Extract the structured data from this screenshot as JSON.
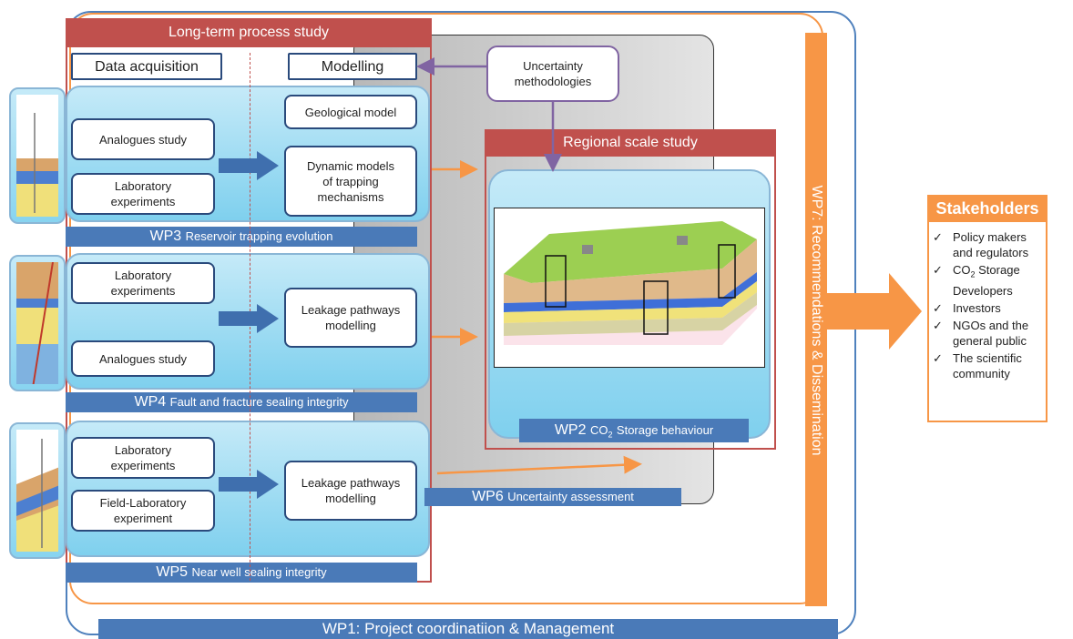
{
  "long_term_title": "Long-term process study",
  "data_acquisition": "Data acquisition",
  "modelling": "Modelling",
  "uncertainty_methodologies": "Uncertainty\nmethodologies",
  "regional_title": "Regional scale study",
  "wp3": {
    "analogues": "Analogues study",
    "lab": "Laboratory\nexperiments",
    "geological_model": "Geological model",
    "dynamic": "Dynamic models\nof trapping\nmechanisms",
    "code": "WP3",
    "label": "Reservoir trapping evolution"
  },
  "wp4": {
    "lab": "Laboratory\nexperiments",
    "analogues": "Analogues study",
    "leakage": "Leakage pathways\nmodelling",
    "code": "WP4",
    "label": "Fault and fracture sealing integrity"
  },
  "wp5": {
    "lab": "Laboratory\nexperiments",
    "field": "Field-Laboratory\nexperiment",
    "leakage": "Leakage pathways\nmodelling",
    "code": "WP5",
    "label": "Near well sealing integrity"
  },
  "wp6": {
    "code": "WP6",
    "label": "Uncertainty assessment"
  },
  "wp2": {
    "code": "WP2",
    "co2_prefix": "CO",
    "co2_sub": "2",
    "label": "Storage behaviour"
  },
  "wp7": "WP7: Recommendations & Dissemination",
  "wp1": "WP1: Project coordinatiion & Management",
  "stakeholders": {
    "title": "Stakeholders",
    "check": "✓",
    "items": [
      "Policy makers and regulators",
      "Storage Developers",
      "Investors",
      "NGOs and the general public",
      "The scientific community"
    ],
    "co2_prefix": "CO",
    "co2_sub": "2"
  },
  "colors": {
    "wp_bar": "#4a7ab8",
    "long_term_header": "#c0504d",
    "orange": "#f79646",
    "uncertainty": "#8064a2",
    "blue_arrow": "#3f6fae"
  }
}
